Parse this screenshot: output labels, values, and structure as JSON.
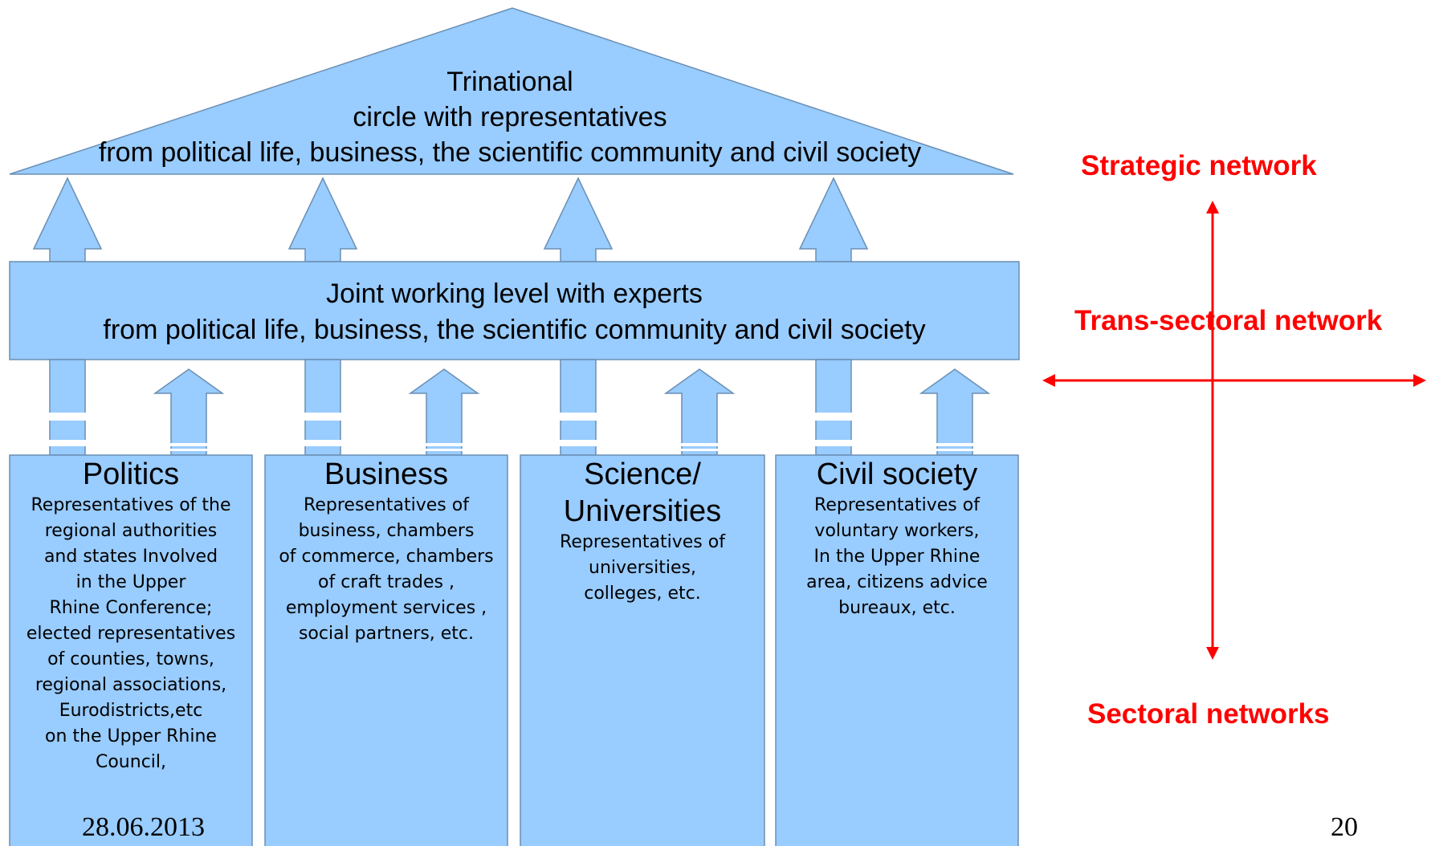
{
  "roof": {
    "line1": "Trinational",
    "line2": "circle with representatives",
    "line3": "from political life, business, the scientific community and civil society"
  },
  "joint": {
    "line1": "Joint working level with experts",
    "line2": "from political life, business, the scientific community and civil society"
  },
  "pillars": [
    {
      "title": [
        "Politics"
      ],
      "body": [
        "Representatives of the",
        "regional authorities",
        "and states Involved",
        "in the Upper",
        "Rhine Conference;",
        "elected representatives",
        "of counties, towns,",
        "regional associations,",
        "Eurodistricts,etc",
        "on the Upper Rhine",
        "Council,"
      ]
    },
    {
      "title": [
        "Business"
      ],
      "body": [
        "Representatives of",
        "business, chambers",
        "of commerce, chambers",
        "of craft trades ,",
        "employment services ,",
        "social partners, etc."
      ]
    },
    {
      "title": [
        "Science/",
        "Universities"
      ],
      "body": [
        "Representatives of",
        "universities,",
        "colleges, etc."
      ]
    },
    {
      "title": [
        "Civil society"
      ],
      "body": [
        "Representatives of",
        "voluntary workers,",
        "In the Upper Rhine",
        "area, citizens advice",
        "bureaux, etc."
      ]
    }
  ],
  "network": {
    "strategic": "Strategic network",
    "trans_sectoral": "Trans-sectoral network",
    "sectoral": "Sectoral networks",
    "color": "#ff0000"
  },
  "footer": {
    "date": "28.06.2013",
    "page_number": "20"
  }
}
